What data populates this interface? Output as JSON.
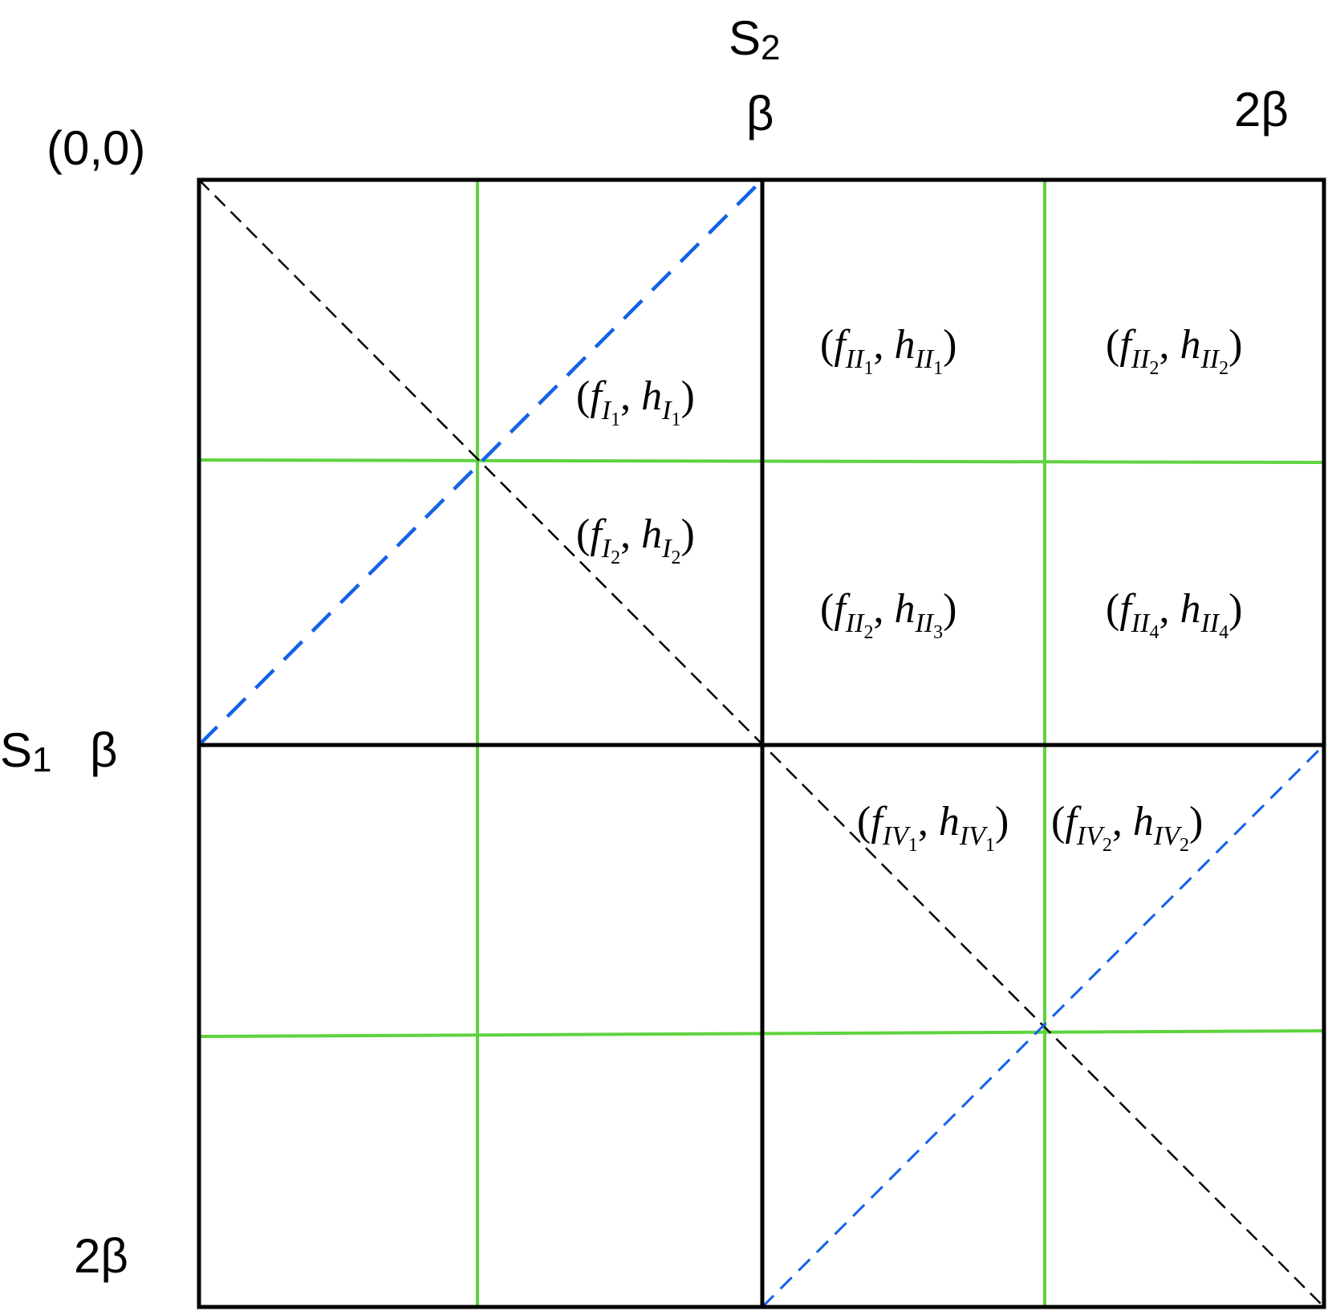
{
  "axes": {
    "s2_label": {
      "base": "S",
      "sub": "2"
    },
    "s1_label": {
      "base": "S",
      "sub": "1"
    },
    "top_origin": "(0,0)",
    "top_mid": "β",
    "top_end": "2β",
    "left_mid": "β",
    "left_end": "2β"
  },
  "regions": [
    {
      "id": "I1",
      "f_base": "f",
      "f_sub": "I",
      "f_subsub": "1",
      "h_base": "h",
      "h_sub": "I",
      "h_subsub": "1"
    },
    {
      "id": "I2",
      "f_base": "f",
      "f_sub": "I",
      "f_subsub": "2",
      "h_base": "h",
      "h_sub": "I",
      "h_subsub": "2"
    },
    {
      "id": "II1",
      "f_base": "f",
      "f_sub": "II",
      "f_subsub": "1",
      "h_base": "h",
      "h_sub": "II",
      "h_subsub": "1"
    },
    {
      "id": "II2",
      "f_base": "f",
      "f_sub": "II",
      "f_subsub": "2",
      "h_base": "h",
      "h_sub": "II",
      "h_subsub": "2"
    },
    {
      "id": "II3",
      "f_base": "f",
      "f_sub": "II",
      "f_subsub": "2",
      "h_base": "h",
      "h_sub": "II",
      "h_subsub": "3"
    },
    {
      "id": "II4",
      "f_base": "f",
      "f_sub": "II",
      "f_subsub": "4",
      "h_base": "h",
      "h_sub": "II",
      "h_subsub": "4"
    },
    {
      "id": "IV1",
      "f_base": "f",
      "f_sub": "IV",
      "f_subsub": "1",
      "h_base": "h",
      "h_sub": "IV",
      "h_subsub": "1"
    },
    {
      "id": "IV2",
      "f_base": "f",
      "f_sub": "IV",
      "f_subsub": "2",
      "h_base": "h",
      "h_sub": "IV",
      "h_subsub": "2"
    }
  ],
  "colors": {
    "frame": "#000000",
    "green_line": "#5fd33f",
    "blue_dash": "#1462e6",
    "black_dash": "#000000"
  }
}
